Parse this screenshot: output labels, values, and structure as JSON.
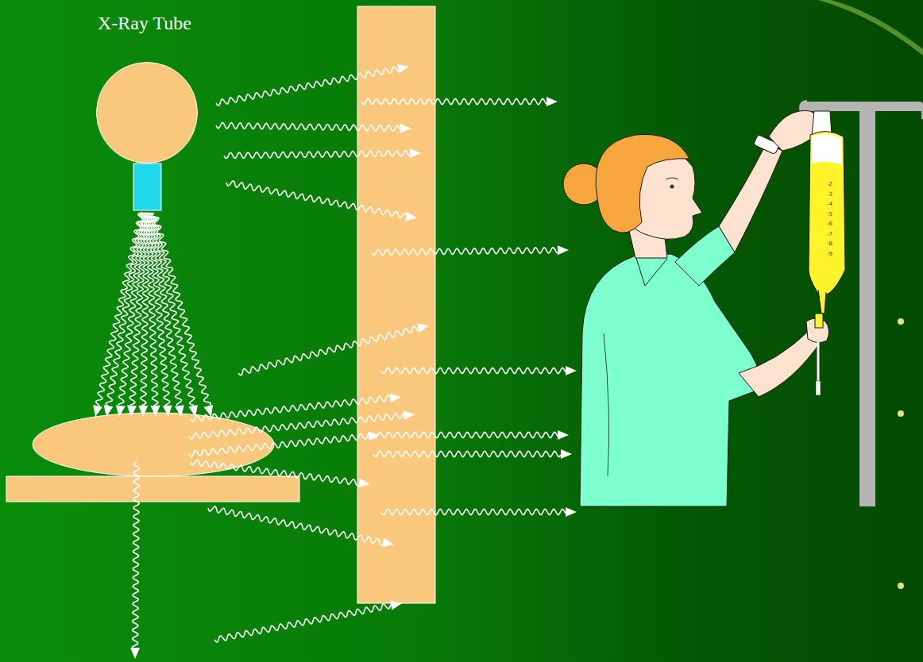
{
  "diagram": {
    "nodes": [
      {
        "text": [
          "X-Ray Tube"
        ]
      }
    ],
    "labels": [
      "-2",
      "-3",
      "-4",
      "-5",
      "-6",
      "-7",
      "-8",
      "-9"
    ]
  }
}
